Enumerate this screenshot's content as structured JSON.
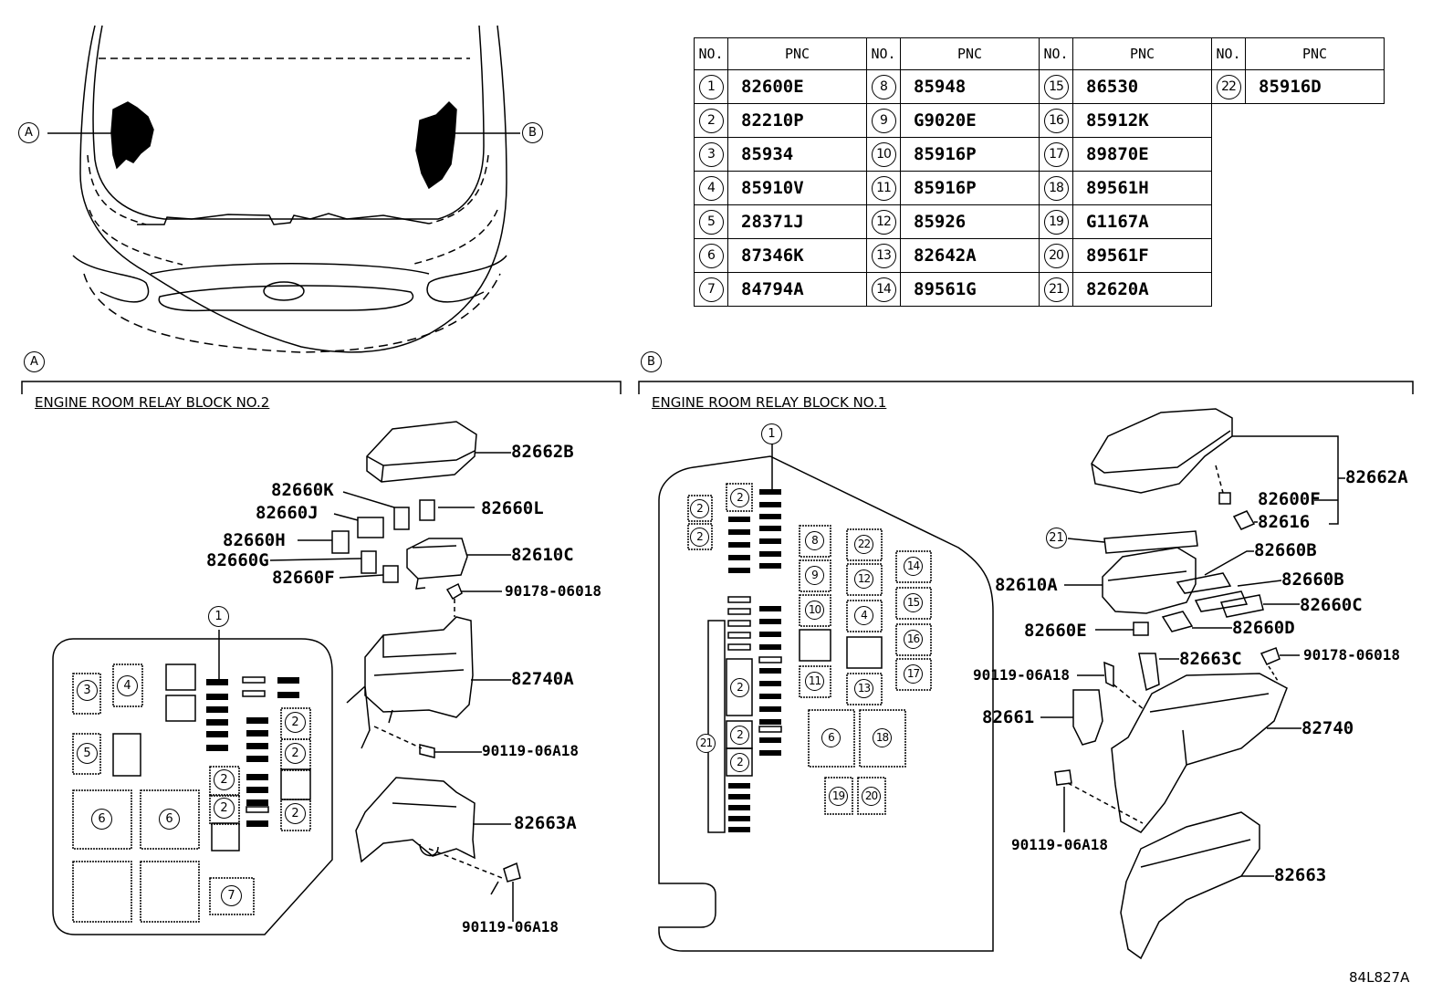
{
  "table": {
    "header_no": "NO.",
    "header_pnc": "PNC",
    "entries": [
      {
        "no": "1",
        "pnc": "82600E"
      },
      {
        "no": "2",
        "pnc": "82210P"
      },
      {
        "no": "3",
        "pnc": "85934"
      },
      {
        "no": "4",
        "pnc": "85910V"
      },
      {
        "no": "5",
        "pnc": "28371J"
      },
      {
        "no": "6",
        "pnc": "87346K"
      },
      {
        "no": "7",
        "pnc": "84794A"
      },
      {
        "no": "8",
        "pnc": "85948"
      },
      {
        "no": "9",
        "pnc": "G9020E"
      },
      {
        "no": "10",
        "pnc": "85916P"
      },
      {
        "no": "11",
        "pnc": "85916P"
      },
      {
        "no": "12",
        "pnc": "85926"
      },
      {
        "no": "13",
        "pnc": "82642A"
      },
      {
        "no": "14",
        "pnc": "89561G"
      },
      {
        "no": "15",
        "pnc": "86530"
      },
      {
        "no": "16",
        "pnc": "85912K"
      },
      {
        "no": "17",
        "pnc": "89870E"
      },
      {
        "no": "18",
        "pnc": "89561H"
      },
      {
        "no": "19",
        "pnc": "G1167A"
      },
      {
        "no": "20",
        "pnc": "89561F"
      },
      {
        "no": "21",
        "pnc": "82620A"
      },
      {
        "no": "22",
        "pnc": "85916D"
      }
    ]
  },
  "vehicle": {
    "marker_a": "A",
    "marker_b": "B"
  },
  "section_a": {
    "marker": "A",
    "title": "ENGINE ROOM RELAY BLOCK NO.2",
    "parts": {
      "cover": "82662B",
      "k": "82660K",
      "j": "82660J",
      "h": "82660H",
      "g": "82660G",
      "f": "82660F",
      "l": "82660L",
      "block": "82610C",
      "clip": "90178-06018",
      "box": "82740A",
      "bolt1": "90119-06A18",
      "lower": "82663A",
      "bolt2": "90119-06A18"
    },
    "layout_cells": {
      "c1": "1",
      "c2": "2",
      "c3": "3",
      "c4": "4",
      "c5": "5",
      "c6": "6",
      "c7": "7"
    }
  },
  "section_b": {
    "marker": "B",
    "title": "ENGINE ROOM RELAY BLOCK NO.1",
    "parts": {
      "cover": "82662A",
      "fuse": "82600F",
      "pin": "82616",
      "c21": "21",
      "block_b1": "82660B",
      "block_b2": "82660B",
      "block": "82610A",
      "c": "82660C",
      "d": "82660D",
      "e": "82660E",
      "c3": "82663C",
      "clip": "90178-06018",
      "bolt1": "90119-06A18",
      "holder": "82661",
      "box": "82740",
      "bolt2": "90119-06A18",
      "lower": "82663"
    },
    "layout_cells": {
      "c1": "1",
      "c2": "2",
      "c4": "4",
      "c6": "6",
      "c8": "8",
      "c9": "9",
      "c10": "10",
      "c11": "11",
      "c12": "12",
      "c13": "13",
      "c14": "14",
      "c15": "15",
      "c16": "16",
      "c17": "17",
      "c18": "18",
      "c19": "19",
      "c20": "20",
      "c21": "21",
      "c22": "22"
    }
  },
  "drawing_id": "84L827A"
}
